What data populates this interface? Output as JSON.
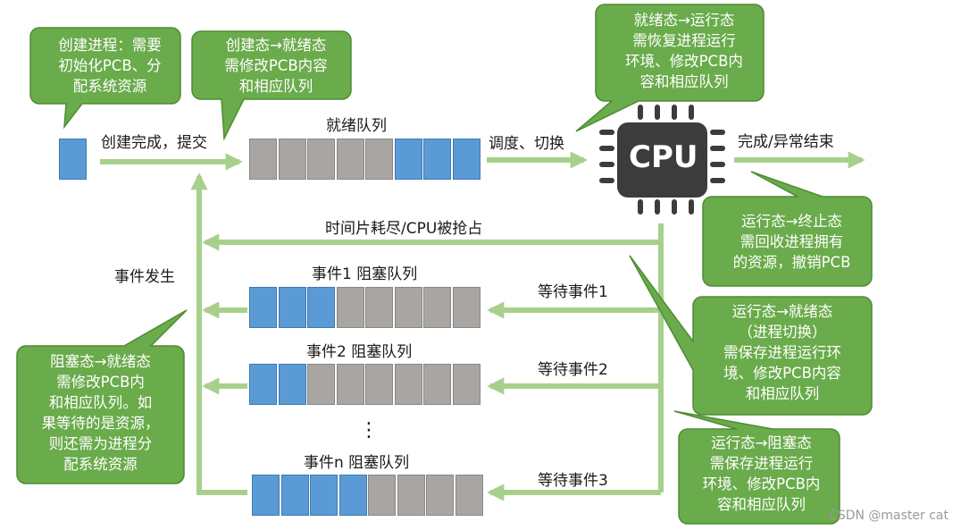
{
  "colors": {
    "callout_fill": "#6aab4b",
    "callout_stroke": "#4e8c35",
    "arrow": "#a8d08d",
    "arrow_dark": "#8dc06f",
    "slot_blue": "#5b9bd5",
    "slot_grey": "#a9a5a2",
    "cpu_body": "#3c3c3c"
  },
  "labels": {
    "create_complete": "创建完成，提交",
    "ready_queue": "就绪队列",
    "schedule_switch": "调度、切换",
    "finish": "完成/异常结束",
    "timeslice": "时间片耗尽/CPU被抢占",
    "event_occurs": "事件发生",
    "q1_title": "事件1 阻塞队列",
    "q2_title": "事件2 阻塞队列",
    "qn_title": "事件n 阻塞队列",
    "wait1": "等待事件1",
    "wait2": "等待事件2",
    "wait3": "等待事件3",
    "dots": "⋮",
    "cpu": "CPU",
    "watermark": "CSDN @master cat"
  },
  "callouts": {
    "create": [
      "创建进程：需要",
      "初始化PCB、分",
      "配系统资源"
    ],
    "create_ready": [
      "创建态→就绪态",
      "需修改PCB内容",
      "和相应队列"
    ],
    "ready_run": [
      "就绪态→运行态",
      "需恢复进程运行",
      "环境、修改PCB内",
      "容和相应队列"
    ],
    "run_end": [
      "运行态→终止态",
      "需回收进程拥有",
      "的资源，撤销PCB"
    ],
    "run_ready": [
      "运行态→就绪态",
      "（进程切换）",
      "需保存进程运行环",
      "境、修改PCB内容",
      "和相应队列"
    ],
    "run_block": [
      "运行态→阻塞态",
      "需保存进程运行",
      "环境、修改PCB内",
      "容和相应队列"
    ],
    "block_ready": [
      "阻塞态→就绪态",
      "需修改PCB内",
      "和相应队列。如",
      "果等待的是资源，",
      "则还需为进程分",
      "配系统资源"
    ]
  },
  "queues": {
    "new_process": [
      "blue"
    ],
    "ready": [
      "grey",
      "grey",
      "grey",
      "grey",
      "grey",
      "blue",
      "blue",
      "blue"
    ],
    "event1": [
      "blue",
      "blue",
      "blue",
      "grey",
      "grey",
      "grey",
      "grey",
      "grey"
    ],
    "event2": [
      "blue",
      "blue",
      "grey",
      "grey",
      "grey",
      "grey",
      "grey",
      "grey"
    ],
    "eventn": [
      "blue",
      "blue",
      "blue",
      "blue",
      "grey",
      "grey",
      "grey",
      "grey"
    ]
  }
}
